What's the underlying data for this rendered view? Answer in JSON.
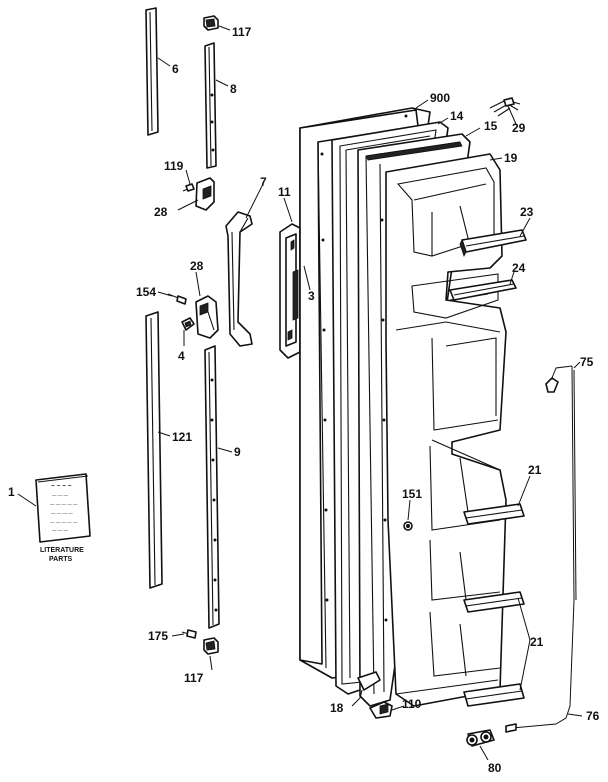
{
  "callouts": {
    "c117_top": "117",
    "c6": "6",
    "c8": "8",
    "c119": "119",
    "c28_upper": "28",
    "c7": "7",
    "c11": "11",
    "c3": "3",
    "c28_lower": "28",
    "c154": "154",
    "c4": "4",
    "c121": "121",
    "c9": "9",
    "c1": "1",
    "c175": "175",
    "c117_bottom": "117",
    "c900": "900",
    "c14": "14",
    "c15": "15",
    "c29": "29",
    "c19": "19",
    "c23": "23",
    "c24": "24",
    "c151": "151",
    "c21_upper": "21",
    "c21_lower": "21",
    "c75": "75",
    "c76": "76",
    "c18": "18",
    "c110": "110",
    "c80": "80"
  },
  "literature": {
    "label_line1": "LITERATURE",
    "label_line2": "PARTS"
  }
}
